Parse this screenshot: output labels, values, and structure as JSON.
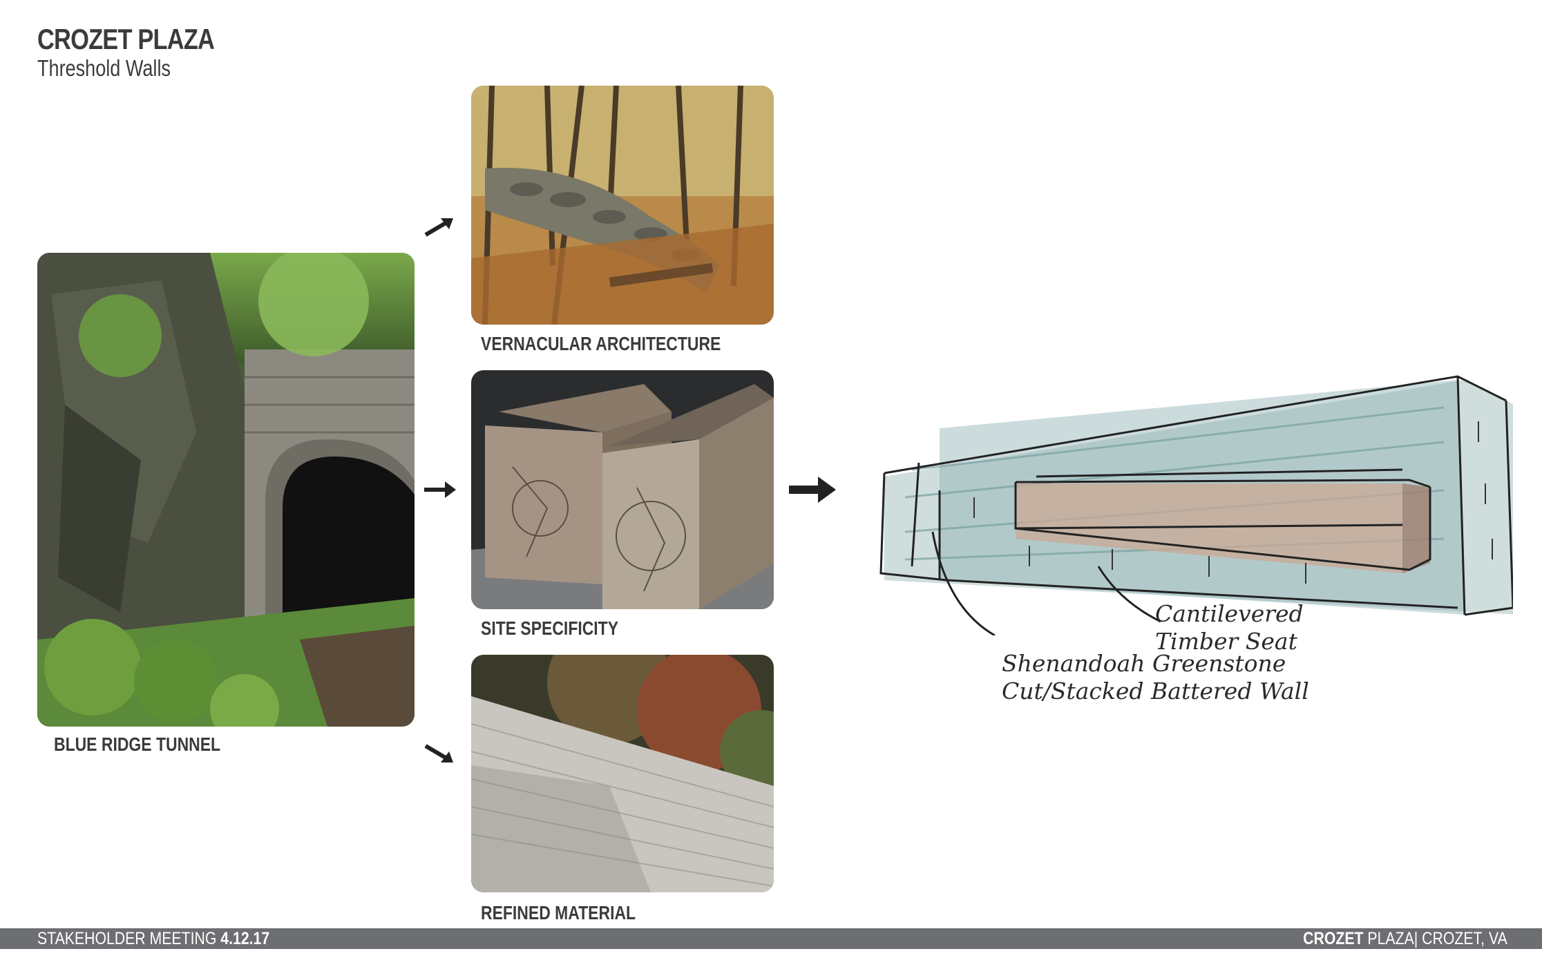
{
  "header": {
    "title": "CROZET PLAZA",
    "subtitle": "Threshold Walls"
  },
  "photos": {
    "tunnel": {
      "caption": "BLUE RIDGE TUNNEL"
    },
    "stone_wall": {
      "caption": "VERNACULAR ARCHITECTURE"
    },
    "timber": {
      "caption": "SITE SPECIFICITY"
    },
    "refined_wall": {
      "caption": "REFINED MATERIAL"
    }
  },
  "sketch": {
    "note_seat_line1": "Cantilevered",
    "note_seat_line2": "Timber Seat",
    "note_wall_line1": "Shenandoah Greenstone",
    "note_wall_line2": "Cut/Stacked Battered Wall"
  },
  "footer": {
    "left_label": "STAKEHOLDER MEETING",
    "left_date": "4.12.17",
    "right_brand_bold": "CROZET",
    "right_brand": " PLAZA",
    "right_location": "|  CROZET, VA"
  },
  "colors": {
    "footer_bar": "#6d6e71",
    "text": "#3b3b3b",
    "sketch_stone": "#7fa3a6"
  },
  "icons": [
    "arrow-up-right-icon",
    "arrow-right-icon",
    "arrow-down-right-icon",
    "arrow-right-large-icon"
  ]
}
